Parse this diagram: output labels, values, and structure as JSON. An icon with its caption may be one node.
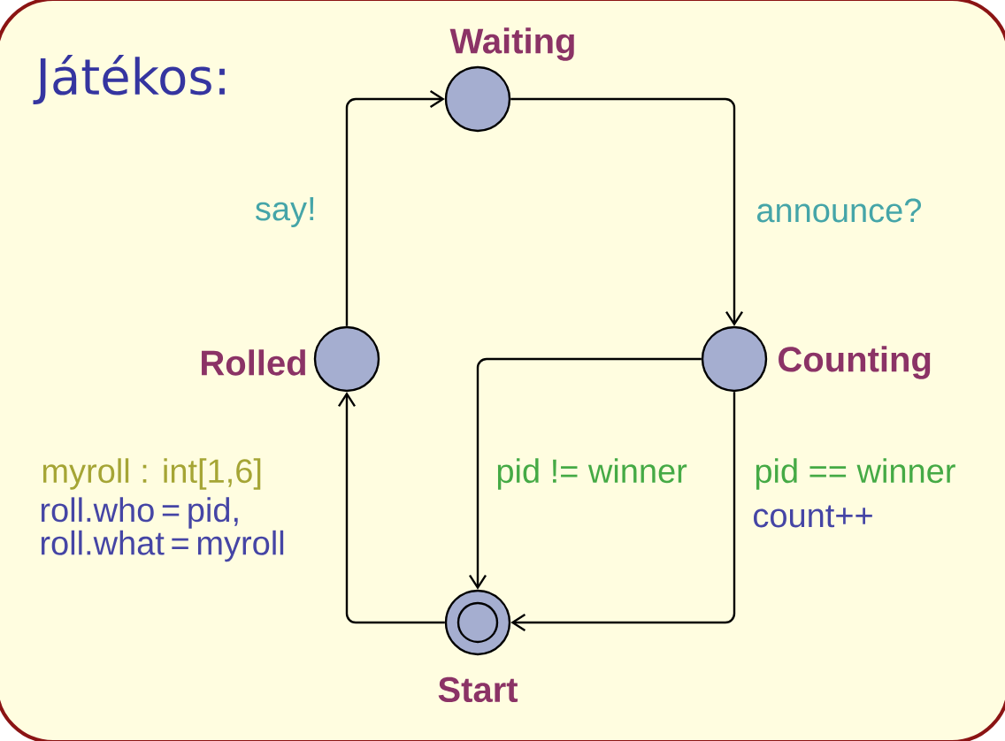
{
  "diagram": {
    "nodes": [
      {
        "text": [
          "Játékos:"
        ]
      },
      {
        "text": [
          "Waiting"
        ],
        "in": 0
      },
      {
        "text": [
          "Rolled"
        ],
        "in": 0
      },
      {
        "text": [
          "Counting"
        ],
        "in": 0
      },
      {
        "text": [
          "Start"
        ],
        "in": 0
      }
    ],
    "edges": [
      {
        "from": 2,
        "to": 1,
        "arrow": "to",
        "label": "say!"
      },
      {
        "from": 1,
        "to": 3,
        "arrow": "to",
        "label": "announce?"
      },
      {
        "from": 3,
        "to": 4,
        "arrow": "to",
        "label": "pid != winner"
      },
      {
        "from": 3,
        "to": 4,
        "arrow": "to",
        "label": "pid == winner"
      },
      {
        "from": 4,
        "to": 2,
        "arrow": "to",
        "label": "myroll : int[1,6]"
      }
    ],
    "labels": [
      "count++",
      "roll.who = pid, roll.what = myroll"
    ]
  }
}
